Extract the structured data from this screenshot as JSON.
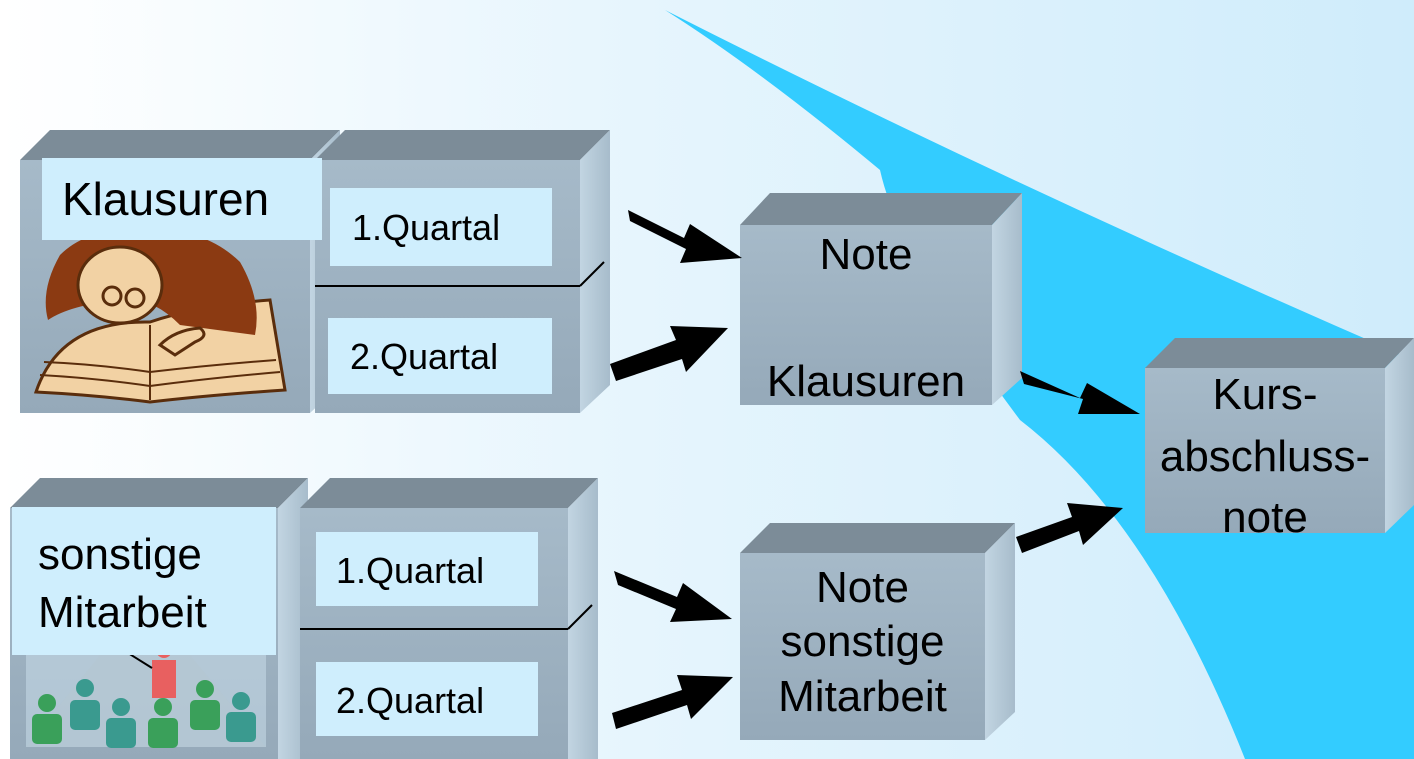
{
  "diagram": {
    "klausuren": {
      "title": "Klausuren",
      "q1": "1.Quartal",
      "q2": "2.Quartal"
    },
    "sonstige": {
      "title_line1": "sonstige",
      "title_line2": "Mitarbeit",
      "q1": "1.Quartal",
      "q2": "2.Quartal"
    },
    "note_klausuren": {
      "line1": "Note",
      "line2": "Klausuren"
    },
    "note_sonstige": {
      "line1": "Note",
      "line2": "sonstige",
      "line3": "Mitarbeit"
    },
    "kursabschluss": {
      "line1": "Kurs-",
      "line2": "abschluss-",
      "line3": "note"
    }
  },
  "colors": {
    "accent_wedge": "#33ccff",
    "box_front": "#9fb3c3",
    "box_top": "#7c8c98",
    "box_side": "#b7cbd8",
    "label_bg": "#cfeefd"
  }
}
